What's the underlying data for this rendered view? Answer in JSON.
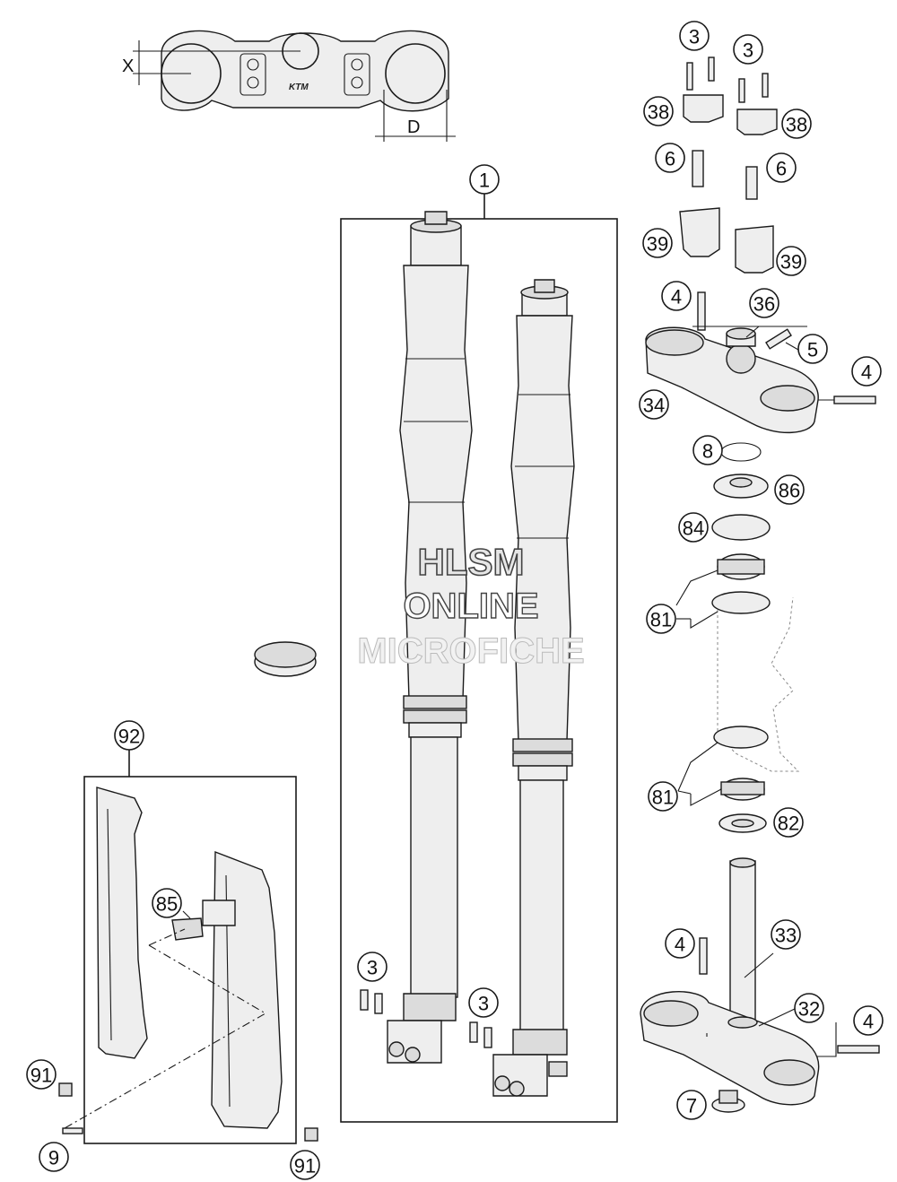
{
  "dimensions": {
    "x_label": "X",
    "d_label": "D"
  },
  "watermark": {
    "line1": "HLSM",
    "line2": "ONLINE",
    "line3": "MICROFICHE"
  },
  "callouts": [
    {
      "id": "c1",
      "num": "1"
    },
    {
      "id": "c3a",
      "num": "3"
    },
    {
      "id": "c3b",
      "num": "3"
    },
    {
      "id": "c38a",
      "num": "38"
    },
    {
      "id": "c38b",
      "num": "38"
    },
    {
      "id": "c6a",
      "num": "6"
    },
    {
      "id": "c6b",
      "num": "6"
    },
    {
      "id": "c39a",
      "num": "39"
    },
    {
      "id": "c39b",
      "num": "39"
    },
    {
      "id": "c4a",
      "num": "4"
    },
    {
      "id": "c36",
      "num": "36"
    },
    {
      "id": "c5",
      "num": "5"
    },
    {
      "id": "c4b",
      "num": "4"
    },
    {
      "id": "c34",
      "num": "34"
    },
    {
      "id": "c8",
      "num": "8"
    },
    {
      "id": "c86",
      "num": "86"
    },
    {
      "id": "c84",
      "num": "84"
    },
    {
      "id": "c81a",
      "num": "81"
    },
    {
      "id": "c81b",
      "num": "81"
    },
    {
      "id": "c82",
      "num": "82"
    },
    {
      "id": "c33",
      "num": "33"
    },
    {
      "id": "c4c",
      "num": "4"
    },
    {
      "id": "c32",
      "num": "32"
    },
    {
      "id": "c4d",
      "num": "4"
    },
    {
      "id": "c7",
      "num": "7"
    },
    {
      "id": "c92",
      "num": "92"
    },
    {
      "id": "c85",
      "num": "85"
    },
    {
      "id": "c91a",
      "num": "91"
    },
    {
      "id": "c9",
      "num": "9"
    },
    {
      "id": "c91b",
      "num": "91"
    },
    {
      "id": "c3c",
      "num": "3"
    },
    {
      "id": "c3d",
      "num": "3"
    }
  ]
}
